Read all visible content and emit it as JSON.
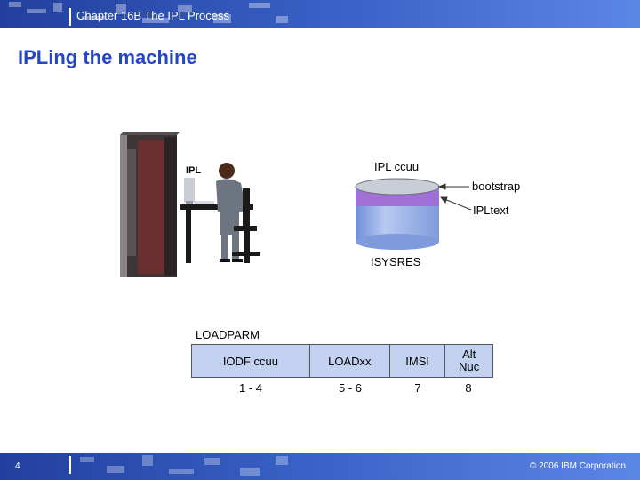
{
  "header": {
    "chapter_title": "Chapter 16B  The IPL Process"
  },
  "slide": {
    "title": "IPLing the machine"
  },
  "illustration": {
    "ipl_label": "IPL"
  },
  "diagram": {
    "ipl_ccuu": "IPL ccuu",
    "bootstrap": "bootstrap",
    "ipltext": "IPLtext",
    "isysres": "ISYSRES"
  },
  "loadparm": {
    "title": "LOADPARM",
    "fields": [
      {
        "label": "IODF ccuu",
        "positions": "1 - 4"
      },
      {
        "label": "LOADxx",
        "positions": "5 - 6"
      },
      {
        "label": "IMSI",
        "positions": "7"
      },
      {
        "label": "Alt Nuc",
        "positions": "8"
      }
    ]
  },
  "footer": {
    "page_number": "4",
    "copyright": "© 2006 IBM Corporation"
  },
  "colors": {
    "title_blue": "#2545c9",
    "bar_blue": "#3a63c9",
    "cylinder_blue": "#9db3e8",
    "cylinder_purple": "#a070d6",
    "table_fill": "#c3d2f0"
  }
}
